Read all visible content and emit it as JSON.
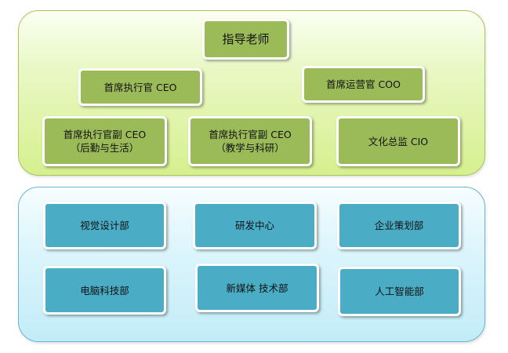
{
  "leadership": {
    "advisor": "指导老师",
    "ceo": "首席执行官 CEO",
    "coo": "首席运营官 COO",
    "vice_ceo_life": [
      "首席执行官副 CEO",
      "（后勤与生活）"
    ],
    "vice_ceo_teaching": [
      "首席执行官副 CEO",
      "（教学与科研）"
    ],
    "cio": "文化总监 CIO"
  },
  "departments": {
    "visual_design": "视觉设计部",
    "rnd_center": "研发中心",
    "planning": "企业策划部",
    "computer_tech": "电脑科技部",
    "new_media": "新媒体 技术部",
    "ai": "人工智能部"
  },
  "colors": {
    "leadership_box": "#9bbb59",
    "department_box": "#4bacc6",
    "top_panel_fill": "#d6f08e",
    "bottom_panel_fill": "#c2ecf8"
  }
}
